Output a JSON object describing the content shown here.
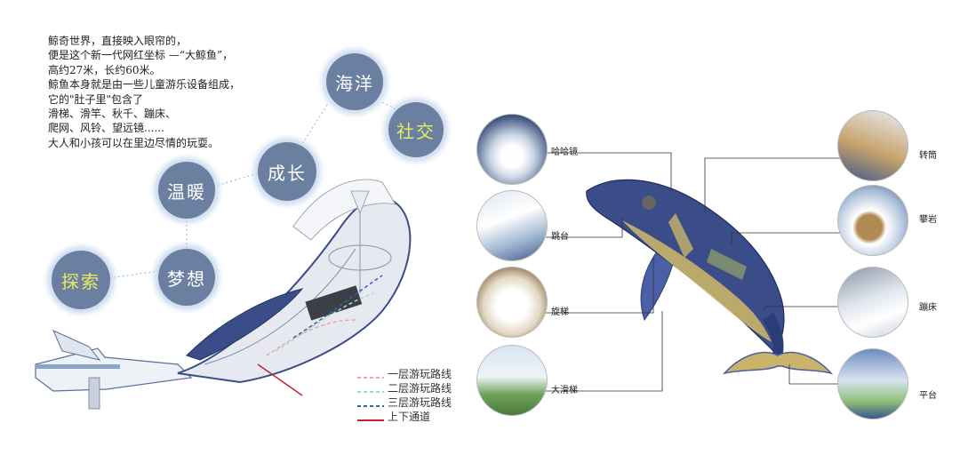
{
  "intro": {
    "lines": [
      "鲸奇世界，直接映入眼帘的，",
      "便是这个新一代网红坐标 —“大鲸鱼”，",
      "高约27米，长约60米。",
      "鲸鱼本身就是由一些儿童游乐设备组成，",
      "它的\"肚子里\"包含了",
      "滑梯、滑竿、秋千、蹦床、",
      "爬网、风铃、望远镜......",
      "大人和小孩可以在里边尽情的玩耍。"
    ]
  },
  "bubbles": {
    "ocean": "海洋",
    "social": "社交",
    "growth": "成长",
    "warmth": "温暖",
    "dream": "梦想",
    "explore": "探索"
  },
  "legend": {
    "items": [
      {
        "label": "一层游玩路线",
        "color": "#f2a0b4",
        "style": "dashed"
      },
      {
        "label": "二层游玩路线",
        "color": "#a8d8c8",
        "style": "dashed"
      },
      {
        "label": "三层游玩路线",
        "color": "#3b5fb0",
        "style": "dashed"
      },
      {
        "label": "上下通道",
        "color": "#c81e3a",
        "style": "solid"
      }
    ]
  },
  "callouts": {
    "telescope": "哈哈镜",
    "viewing_deck": "跳台",
    "spiral_stair": "旋梯",
    "big_slide": "大滑梯",
    "drum": "转筒",
    "climbing_rock": "攀岩",
    "trampoline": "蹦床",
    "platform": "平台"
  },
  "colors": {
    "bubble": "#6b80a0",
    "whale_body": "#3a4d88",
    "whale_belly": "#c9b46a"
  }
}
